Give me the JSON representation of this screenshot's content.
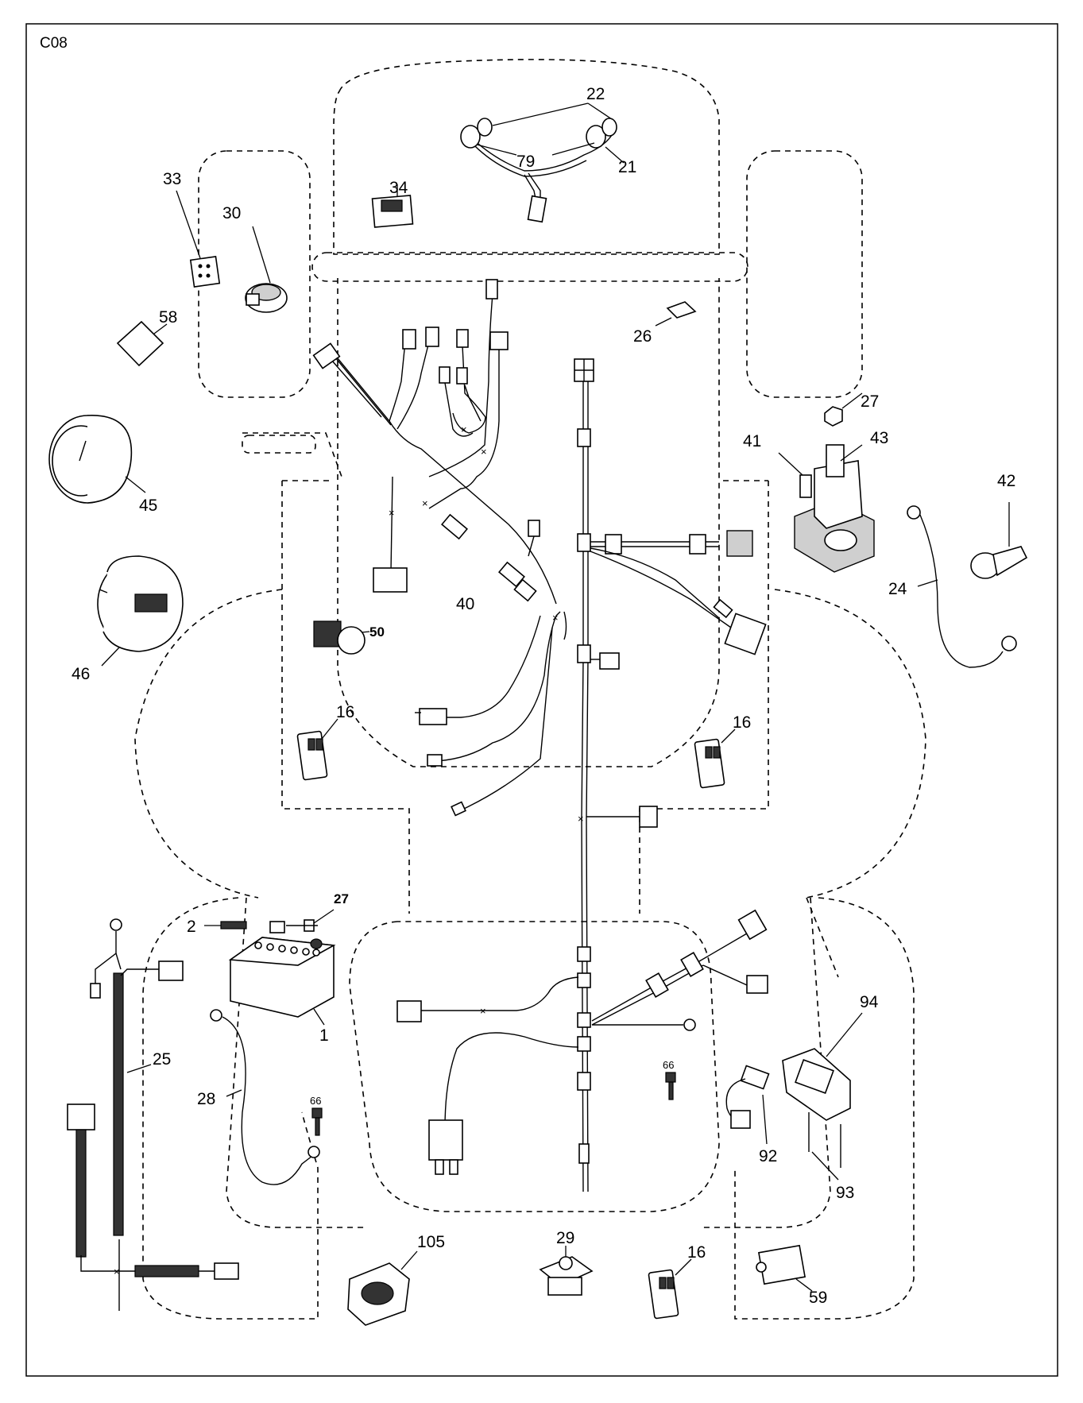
{
  "page_code": "C08",
  "callouts": {
    "c1": "1",
    "c2": "2",
    "c16a": "16",
    "c16b": "16",
    "c16c": "16",
    "c21": "21",
    "c22": "22",
    "c24": "24",
    "c25": "25",
    "c26": "26",
    "c27a": "27",
    "c27b": "27",
    "c28": "28",
    "c29": "29",
    "c30": "30",
    "c33": "33",
    "c34": "34",
    "c40": "40",
    "c41": "41",
    "c42": "42",
    "c43": "43",
    "c45": "45",
    "c46": "46",
    "c50": "50",
    "c58": "58",
    "c59": "59",
    "c66a": "66",
    "c66b": "66",
    "c79": "79",
    "c92": "92",
    "c93": "93",
    "c94": "94",
    "c105": "105"
  }
}
